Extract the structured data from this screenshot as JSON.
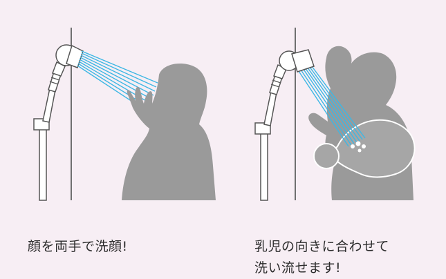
{
  "captions": {
    "left": "顔を両手で洗顔!",
    "right_line1": "乳児の向きに合わせて",
    "right_line2": "洗い流せます!"
  },
  "colors": {
    "background": "#f7eef4",
    "wall": "#6f6f6f",
    "silhouette": "#9a9a9a",
    "water": "#3db7e4",
    "shower_body": "#ffffff",
    "shower_outline": "#555555",
    "text": "#2b2b2b"
  }
}
